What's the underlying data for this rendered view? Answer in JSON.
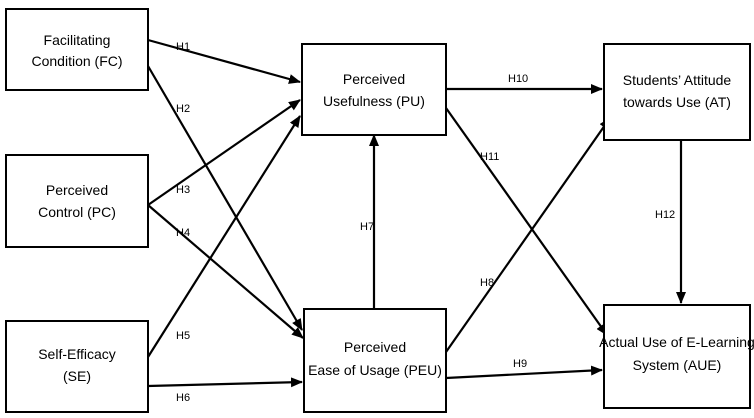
{
  "nodes": {
    "fc": {
      "lines": [
        "Facilitating",
        "Condition (FC)"
      ]
    },
    "pc": {
      "lines": [
        "Perceived",
        "Control (PC)"
      ]
    },
    "se": {
      "lines": [
        "Self-Efficacy",
        "(SE)"
      ]
    },
    "pu": {
      "lines": [
        "Perceived",
        "Usefulness (PU)"
      ]
    },
    "peu": {
      "lines": [
        "Perceived",
        "Ease of Usage (PEU)"
      ]
    },
    "at": {
      "lines": [
        "Students’ Attitude",
        "towards Use (AT)"
      ]
    },
    "aue": {
      "lines": [
        "Actual Use of E-Learning",
        "System (AUE)"
      ]
    }
  },
  "edges": {
    "h1": {
      "label": "H1",
      "from": "fc",
      "to": "pu"
    },
    "h2": {
      "label": "H2",
      "from": "fc",
      "to": "peu"
    },
    "h3": {
      "label": "H3",
      "from": "pc",
      "to": "pu"
    },
    "h4": {
      "label": "H4",
      "from": "pc",
      "to": "peu"
    },
    "h5": {
      "label": "H5",
      "from": "se",
      "to": "pu"
    },
    "h6": {
      "label": "H6",
      "from": "se",
      "to": "peu"
    },
    "h7": {
      "label": "H7",
      "from": "peu",
      "to": "pu"
    },
    "h8": {
      "label": "H8",
      "from": "peu",
      "to": "at"
    },
    "h9": {
      "label": "H9",
      "from": "peu",
      "to": "aue"
    },
    "h10": {
      "label": "H10",
      "from": "pu",
      "to": "at"
    },
    "h11": {
      "label": "H11",
      "from": "pu",
      "to": "aue"
    },
    "h12": {
      "label": "H12",
      "from": "at",
      "to": "aue"
    }
  }
}
